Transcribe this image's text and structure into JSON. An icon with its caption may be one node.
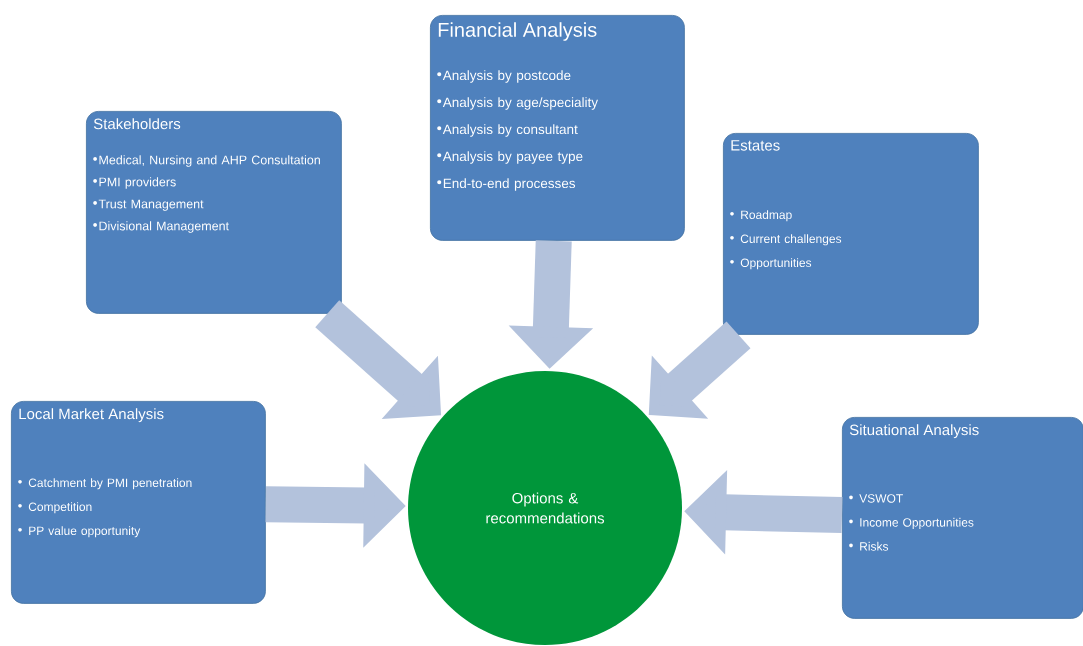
{
  "diagram": {
    "nodes": [
      {
        "text": [
          "Stakeholders",
          "Medical, Nursing and AHP Consultation",
          "PMI providers",
          "Trust Management",
          "Divisional Management"
        ]
      },
      {
        "text": [
          "Financial Analysis",
          "Analysis by postcode",
          "Analysis by age/speciality",
          "Analysis by consultant",
          "Analysis by payee type",
          "End-to-end processes"
        ]
      },
      {
        "text": [
          "Estates",
          "Roadmap",
          "Current challenges",
          "Opportunities"
        ]
      },
      {
        "text": [
          "Local Market Analysis",
          "Catchment by PMI penetration",
          "Competition",
          "PP value opportunity"
        ]
      },
      {
        "text": [
          "Options & recommendations"
        ]
      },
      {
        "text": [
          "Situational Analysis",
          "VSWOT",
          "Income Opportunities",
          "Risks"
        ]
      }
    ],
    "edges": [
      {
        "from": 0,
        "to": 4,
        "arrow": "to"
      },
      {
        "from": 1,
        "to": 4,
        "arrow": "to"
      },
      {
        "from": 2,
        "to": 4,
        "arrow": "to"
      },
      {
        "from": 3,
        "to": 4,
        "arrow": "to"
      },
      {
        "from": 5,
        "to": 4,
        "arrow": "to"
      }
    ]
  }
}
